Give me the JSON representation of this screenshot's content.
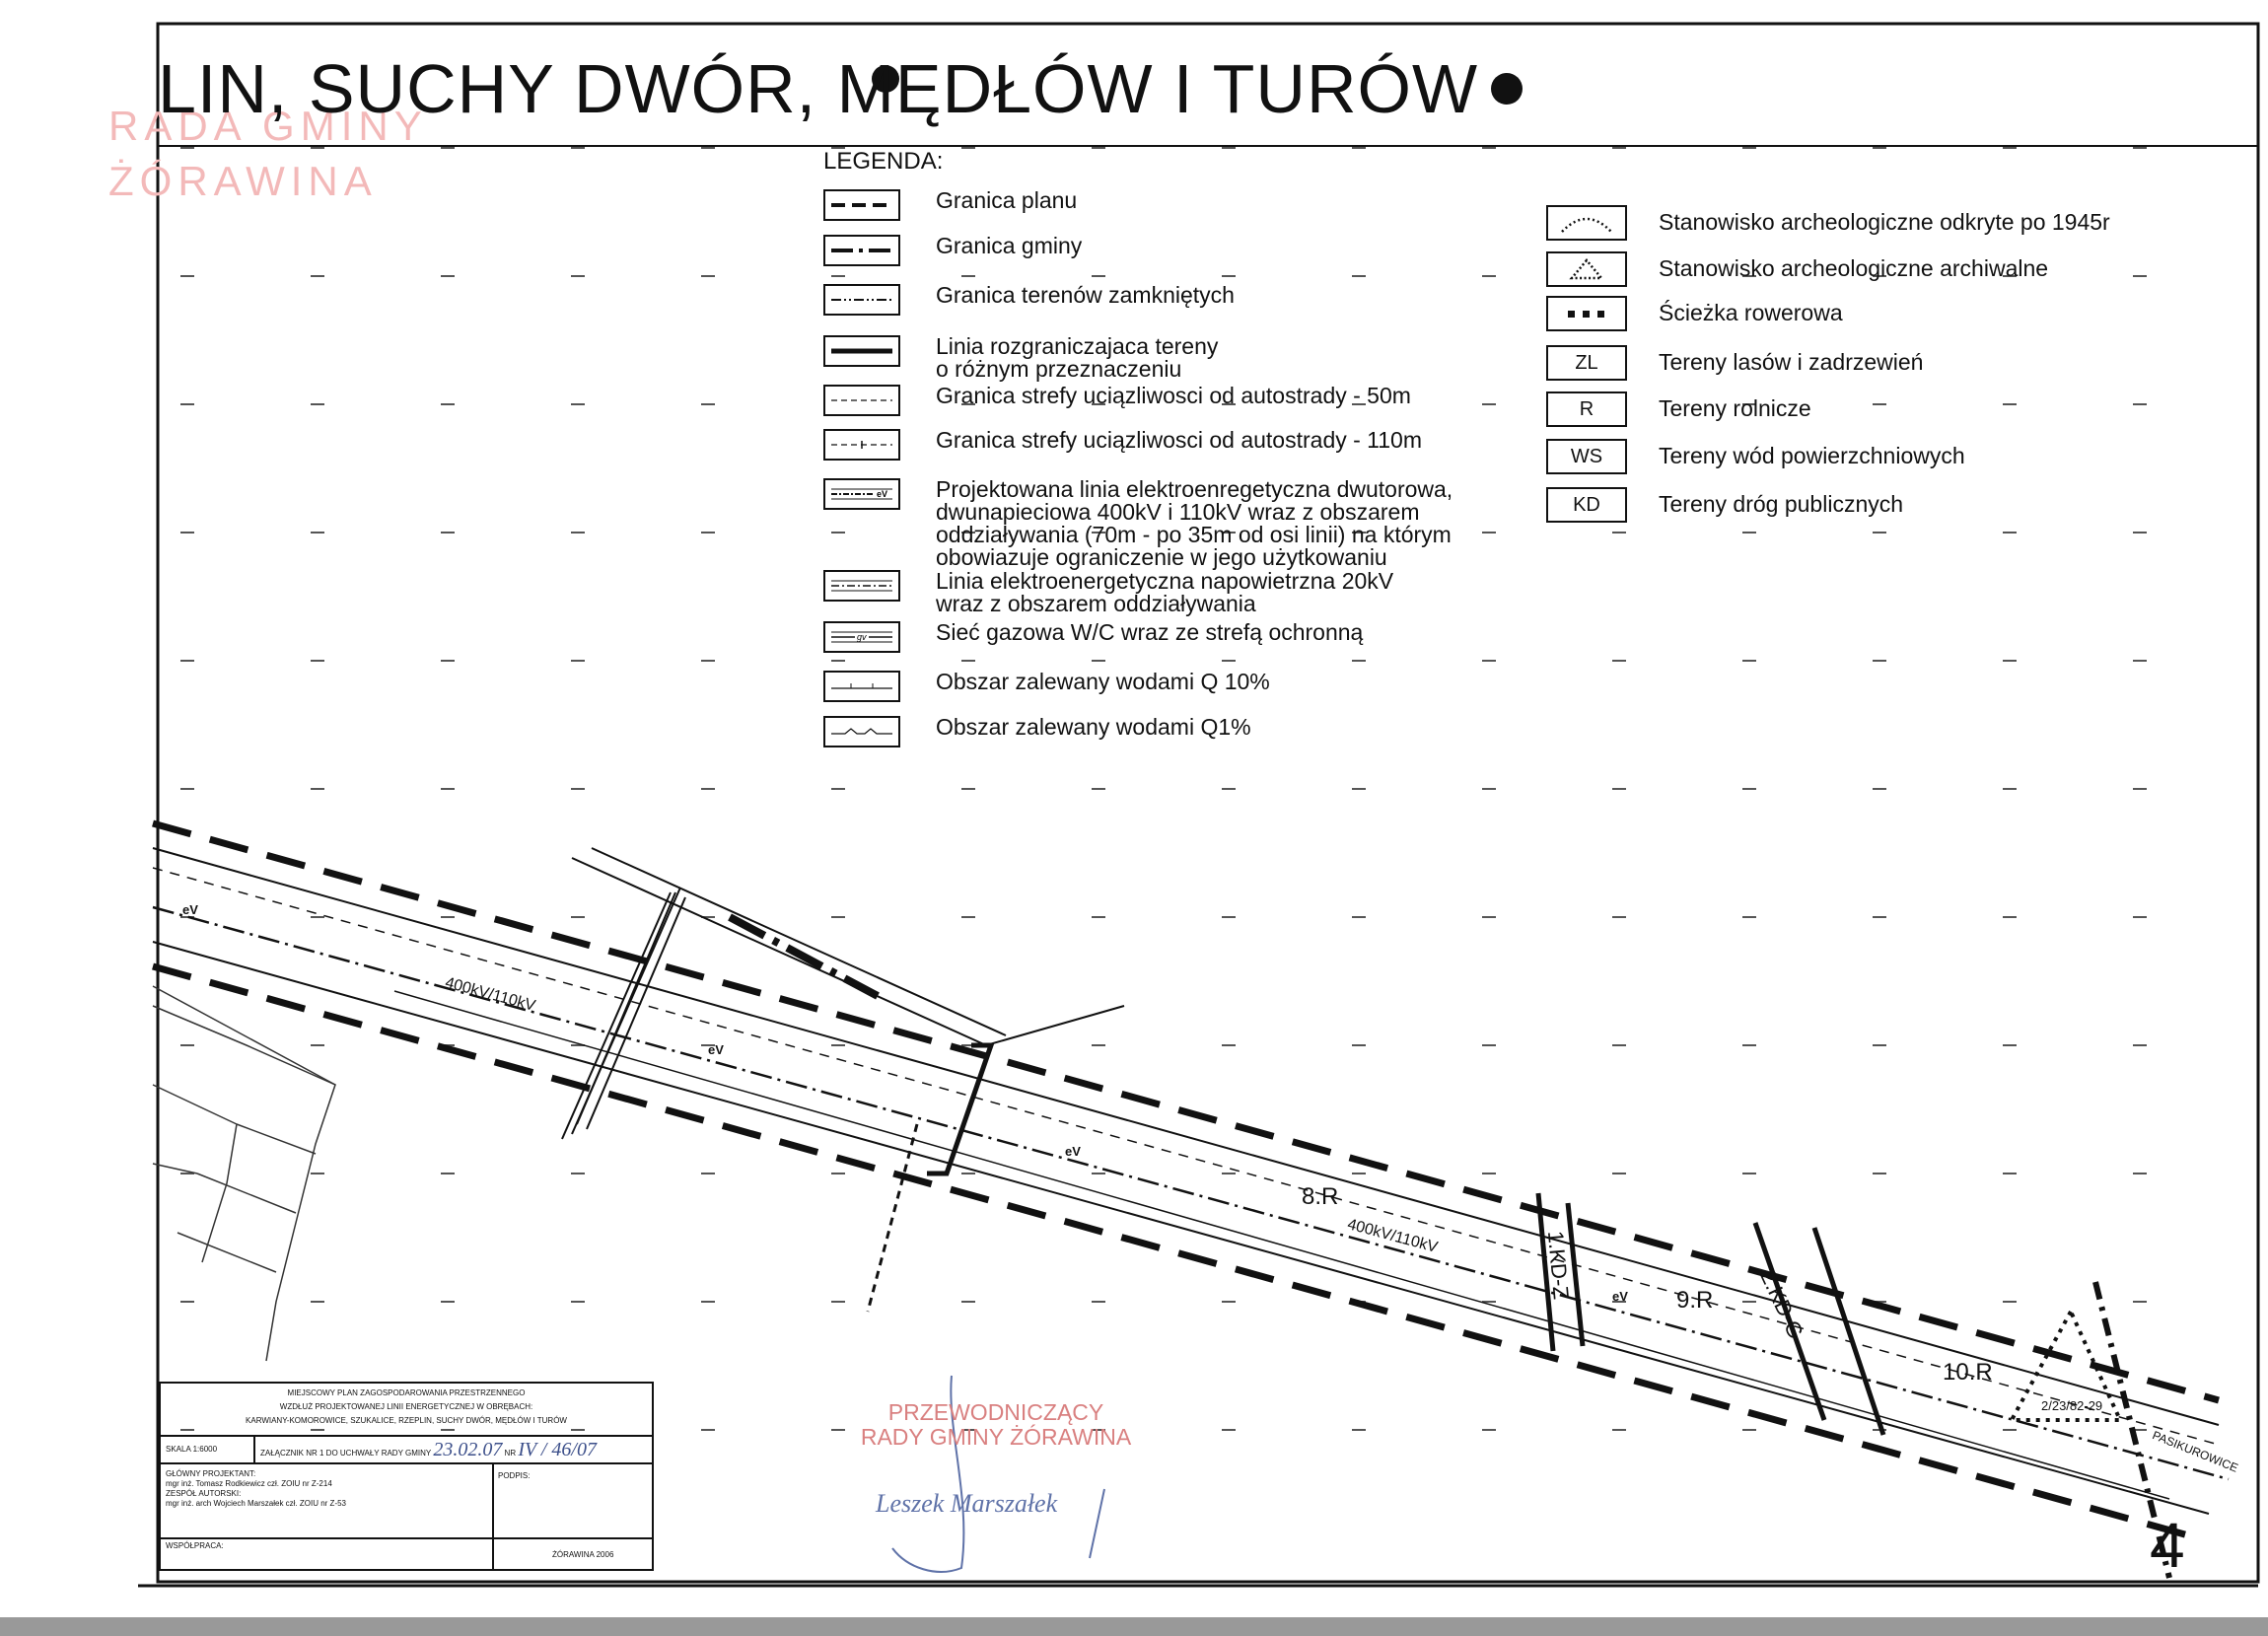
{
  "title": "LIN, SUCHY DWÓR, MĘDŁÓW I TURÓW",
  "stamp": {
    "line1": "RADA GMINY",
    "line2": "ŻÓRAWINA"
  },
  "legend": {
    "heading": "LEGENDA:",
    "left_items": [
      {
        "symbol": "dashed-line",
        "text": "Granica planu"
      },
      {
        "symbol": "dash-dot-line",
        "text": "Granica gminy"
      },
      {
        "symbol": "dash-dot-dot-line",
        "text": "Granica terenów zamkniętych"
      },
      {
        "symbol": "thick-line",
        "text": "Linia rozgraniczajaca tereny\no różnym przeznaczeniu"
      },
      {
        "symbol": "thin-dashed-line",
        "text": "Granica strefy uciązliwosci od autostrady - 50m"
      },
      {
        "symbol": "thin-dashed-tick-line",
        "text": "Granica strefy uciązliwosci od autostrady - 110m"
      },
      {
        "symbol": "ev-line",
        "symbol_text": "eV",
        "text": "Projektowana linia elektroenregetyczna dwutorowa,\ndwunapieciowa 400kV i 110kV wraz z obszarem\noddziaływania (70m - po 35m od osi linii) na którym\nobowiazuje ograniczenie w jego użytkowaniu"
      },
      {
        "symbol": "power-20kv-line",
        "text": "Linia elektroenergetyczna napowietrzna 20kV\nwraz z obszarem oddziaływania"
      },
      {
        "symbol": "gas-line",
        "symbol_text": "gv",
        "text": "Sieć gazowa W/C wraz ze strefą ochronną"
      },
      {
        "symbol": "flood-10-line",
        "text": "Obszar zalewany wodami Q 10%"
      },
      {
        "symbol": "flood-1-line",
        "text": "Obszar zalewany wodami Q1%"
      }
    ],
    "right_items": [
      {
        "symbol": "arch-dotted-arc",
        "text": "Stanowisko archeologiczne odkryte po 1945r"
      },
      {
        "symbol": "arch-triangle",
        "text": "Stanowisko archeologiczne archiwalne"
      },
      {
        "symbol": "bike-path",
        "text": "Ścieżka rowerowa"
      },
      {
        "symbol": "code",
        "code": "ZL",
        "text": "Tereny lasów i zadrzewień"
      },
      {
        "symbol": "code",
        "code": "R",
        "text": "Tereny rolnicze"
      },
      {
        "symbol": "code",
        "code": "WS",
        "text": "Tereny wód powierzchniowych"
      },
      {
        "symbol": "code",
        "code": "KD",
        "text": "Tereny dróg publicznych"
      }
    ]
  },
  "map_labels": {
    "line_400_110_a": "400kV/110kV",
    "line_400_110_b": "400kV/110kV",
    "zone_8r": "8.R",
    "zone_9r": "9.R",
    "zone_10r": "10.R",
    "road_1kdz": "1.KD-Z",
    "road_2kdg": "2.KD-G",
    "arch_site": "2/23/82-29",
    "place_pasikurowice": "PASIKUROWICE",
    "ev": "eV"
  },
  "title_block": {
    "plan_title_1": "MIEJSCOWY PLAN ZAGOSPODAROWANIA PRZESTRZENNEGO",
    "plan_title_2": "WZDŁUŻ PROJEKTOWANEJ LINII ENERGETYCZNEJ W OBRĘBACH:",
    "plan_title_3": "KARWIANY-KOMOROWICE, SZUKALICE, RZEPLIN, SUCHY DWÓR, MĘDŁÓW I TURÓW",
    "scale": "SKALA 1:6000",
    "annex": "ZAŁĄCZNIK NR 1 DO UCHWAŁY RADY GMINY",
    "annex_date": "23.02.07",
    "annex_nr_label": "NR",
    "annex_nr": "IV / 46/07",
    "chief_designer_label": "GŁÓWNY PROJEKTANT:",
    "chief_designer": "mgr inż. Tomasz Rodkiewicz czł. ZOIU nr Z-214",
    "authors_label": "ZESPÓŁ AUTORSKI:",
    "authors": "mgr inż. arch Wojciech Marszałek czł. ZOIU nr Z-53",
    "signatures_label": "PODPIS:",
    "cooperation_label": "WSPÓŁPRACA:",
    "place_year": "ŻÓRAWINA 2006"
  },
  "signature_stamp": {
    "line1": "PRZEWODNICZĄCY",
    "line2": "RADY GMINY ŻÓRAWINA",
    "name": "Leszek Marszałek"
  },
  "sheet_number": "4",
  "colors": {
    "ink": "#111111",
    "stamp_red": "#d98080",
    "stamp_pink": "#f3b9b9",
    "signature_blue": "#5f72a8"
  }
}
